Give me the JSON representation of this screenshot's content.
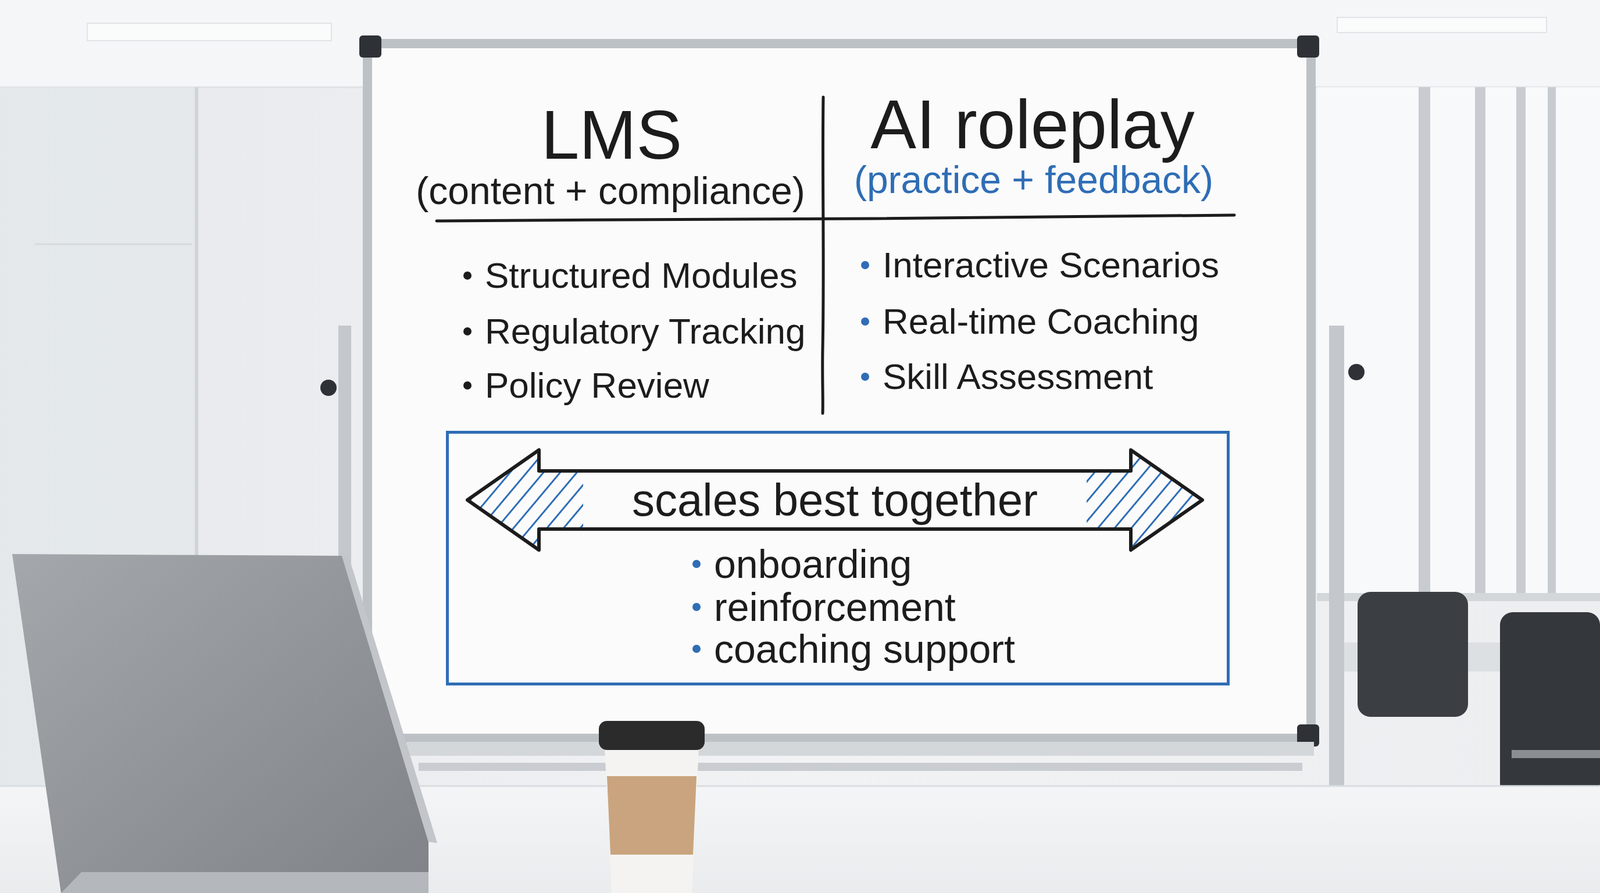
{
  "diagram": {
    "nodes": [
      {
        "text": [
          "onboarding",
          "reinforcement",
          "coaching support"
        ]
      },
      {
        "text": [
          "scales best together"
        ],
        "in": 0
      }
    ],
    "labels": [
      "LMS",
      "(content + compliance)",
      "Structured Modules",
      "Regulatory Tracking",
      "Policy Review",
      "AI roleplay",
      "(practice + feedback)",
      "Interactive Scenarios",
      "Real-time Coaching",
      "Skill Assessment"
    ]
  }
}
